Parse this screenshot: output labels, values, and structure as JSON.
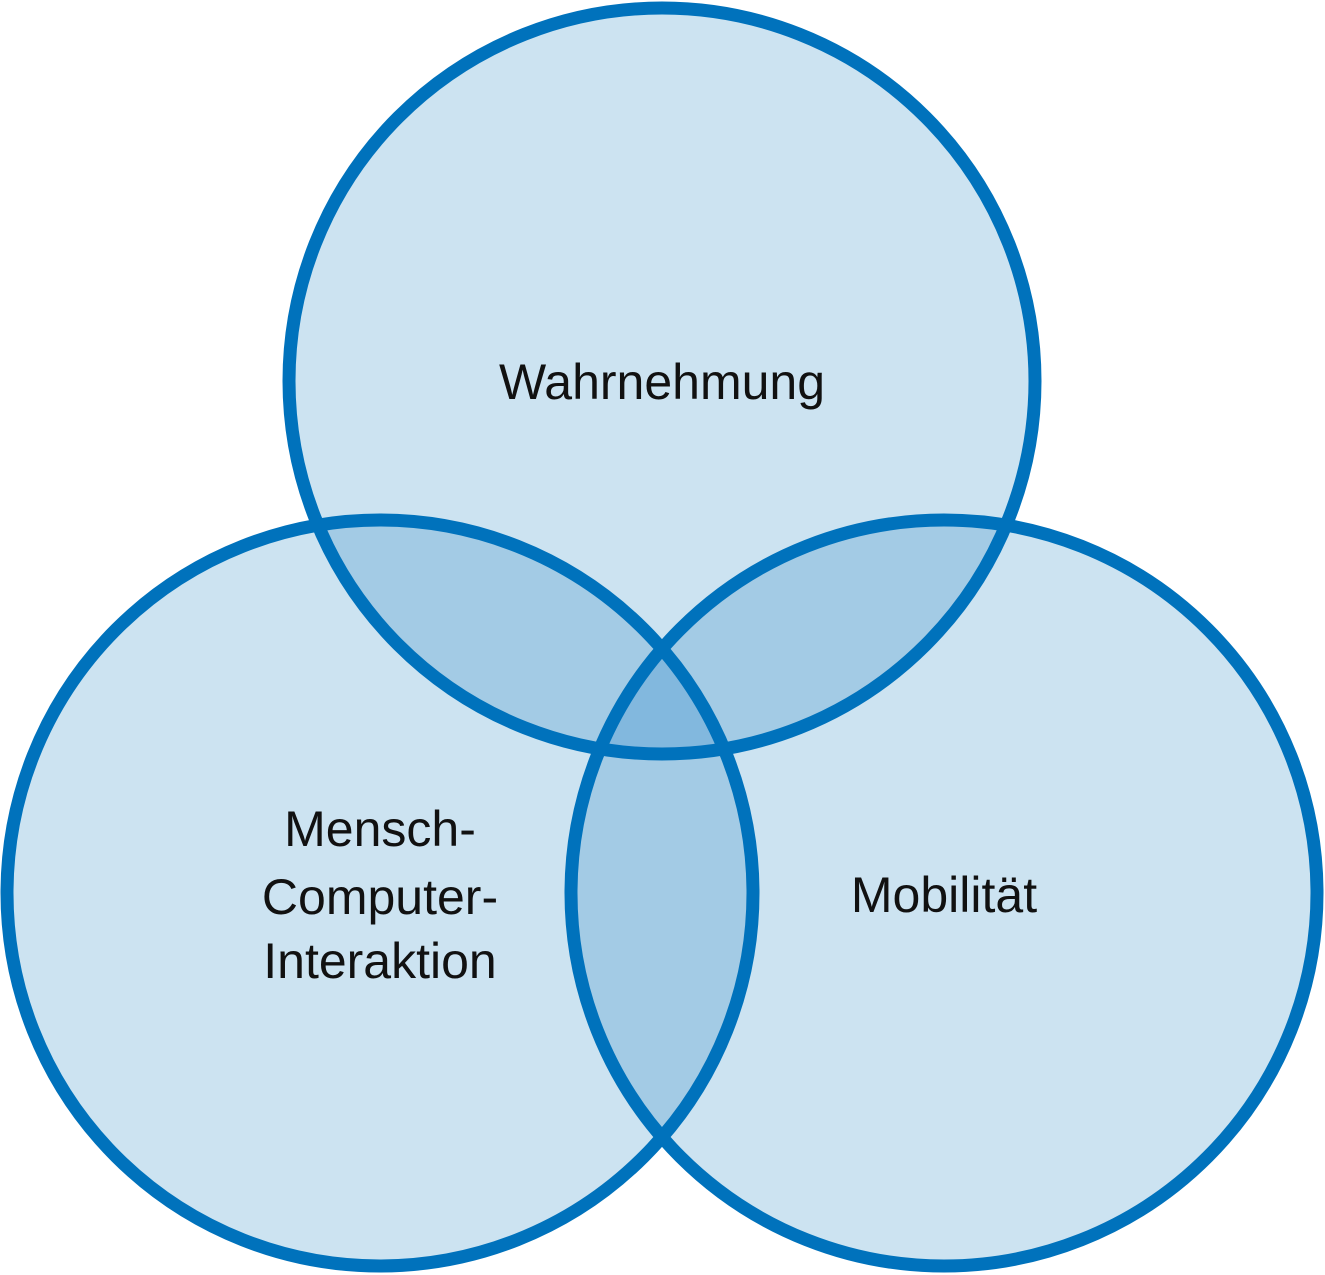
{
  "diagram": {
    "type": "venn",
    "colors": {
      "stroke": "#0072BC",
      "fill_single": "#CCE3F1",
      "fill_double": "#A3CBE5",
      "fill_triple": "#82B8DE",
      "text": "#111111"
    },
    "sets": [
      {
        "id": "top",
        "label_lines": [
          "Wahrnehmung"
        ]
      },
      {
        "id": "left",
        "label_lines": [
          "Mensch-",
          "Computer-",
          "Interaktion"
        ]
      },
      {
        "id": "right",
        "label_lines": [
          "Mobilität"
        ]
      }
    ]
  }
}
